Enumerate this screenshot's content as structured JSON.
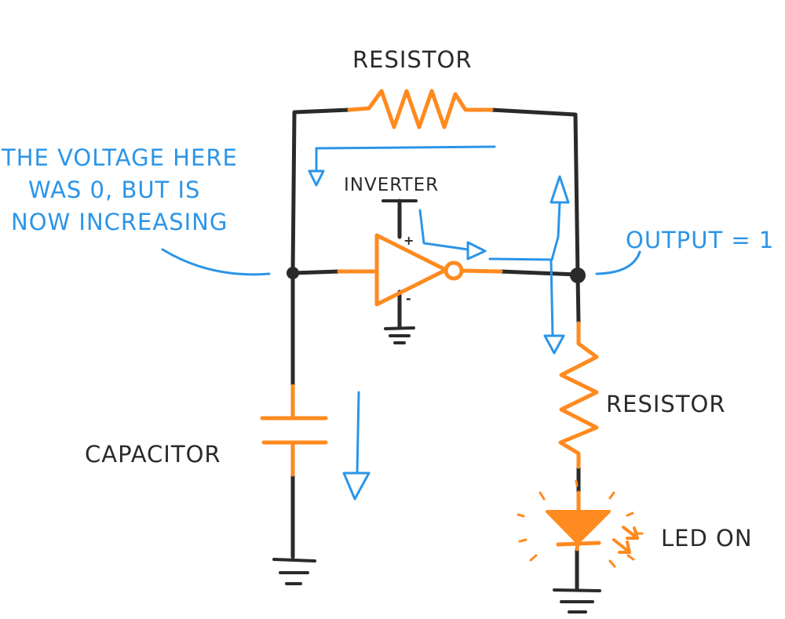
{
  "labels": {
    "top_resistor": "RESISTOR",
    "inverter": "INVERTER",
    "right_resistor": "RESISTOR",
    "capacitor": "CAPACITOR",
    "led": "LED ON",
    "output": "OUTPUT = 1",
    "voltage_note": [
      "THE VOLTAGE HERE",
      "WAS 0, BUT IS",
      "NOW INCREASING"
    ],
    "plus": "+",
    "minus": "-"
  },
  "colors": {
    "wire": "#2a2a2a",
    "component": "#ff8a1f",
    "annotation": "#2b95e8",
    "text": "#2a2a2a"
  }
}
